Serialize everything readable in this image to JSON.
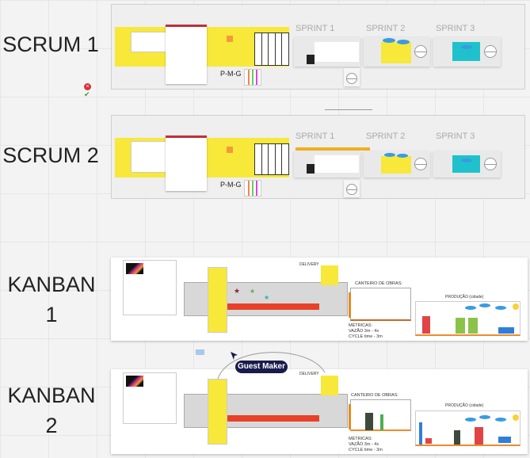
{
  "boards": {
    "scrum1": {
      "title": "SCRUM 1",
      "pmg": "P-M-G",
      "sprints": [
        "SPRINT 1",
        "SPRINT 2",
        "SPRINT 3"
      ]
    },
    "scrum2": {
      "title": "SCRUM 2",
      "pmg": "P-M-G",
      "sprints": [
        "SPRINT 1",
        "SPRINT 2",
        "SPRINT 3"
      ]
    },
    "kanban1": {
      "title_line1": "KANBAN",
      "title_line2": "1",
      "delivery": "DELIVERY",
      "site": "CANTEIRO DE OBRAS:",
      "production": "PRODUÇÃO (cidade)",
      "metrics": [
        "MÉTRICAS:",
        "VAZÃO 3m - 4x",
        "CYCLE time - 3m"
      ]
    },
    "kanban2": {
      "title_line1": "KANBAN",
      "title_line2": "2",
      "delivery": "DELIVERY",
      "site": "CANTEIRO DE OBRAS:",
      "production": "PRODUÇÃO (cidade)",
      "metrics": [
        "MÉTRICAS:",
        "VAZÃO 3m - 4x",
        "CYCLE time - 3m"
      ]
    }
  },
  "collaborator": {
    "name": "Guest Maker"
  },
  "status_icons": [
    "close-circle-icon",
    "check-icon"
  ],
  "colors": {
    "yellow": "#f7e83a",
    "red": "#e8412a",
    "sky": "#3a9be0",
    "teal": "#1fc2cc",
    "badge": "#1a1b4b"
  }
}
